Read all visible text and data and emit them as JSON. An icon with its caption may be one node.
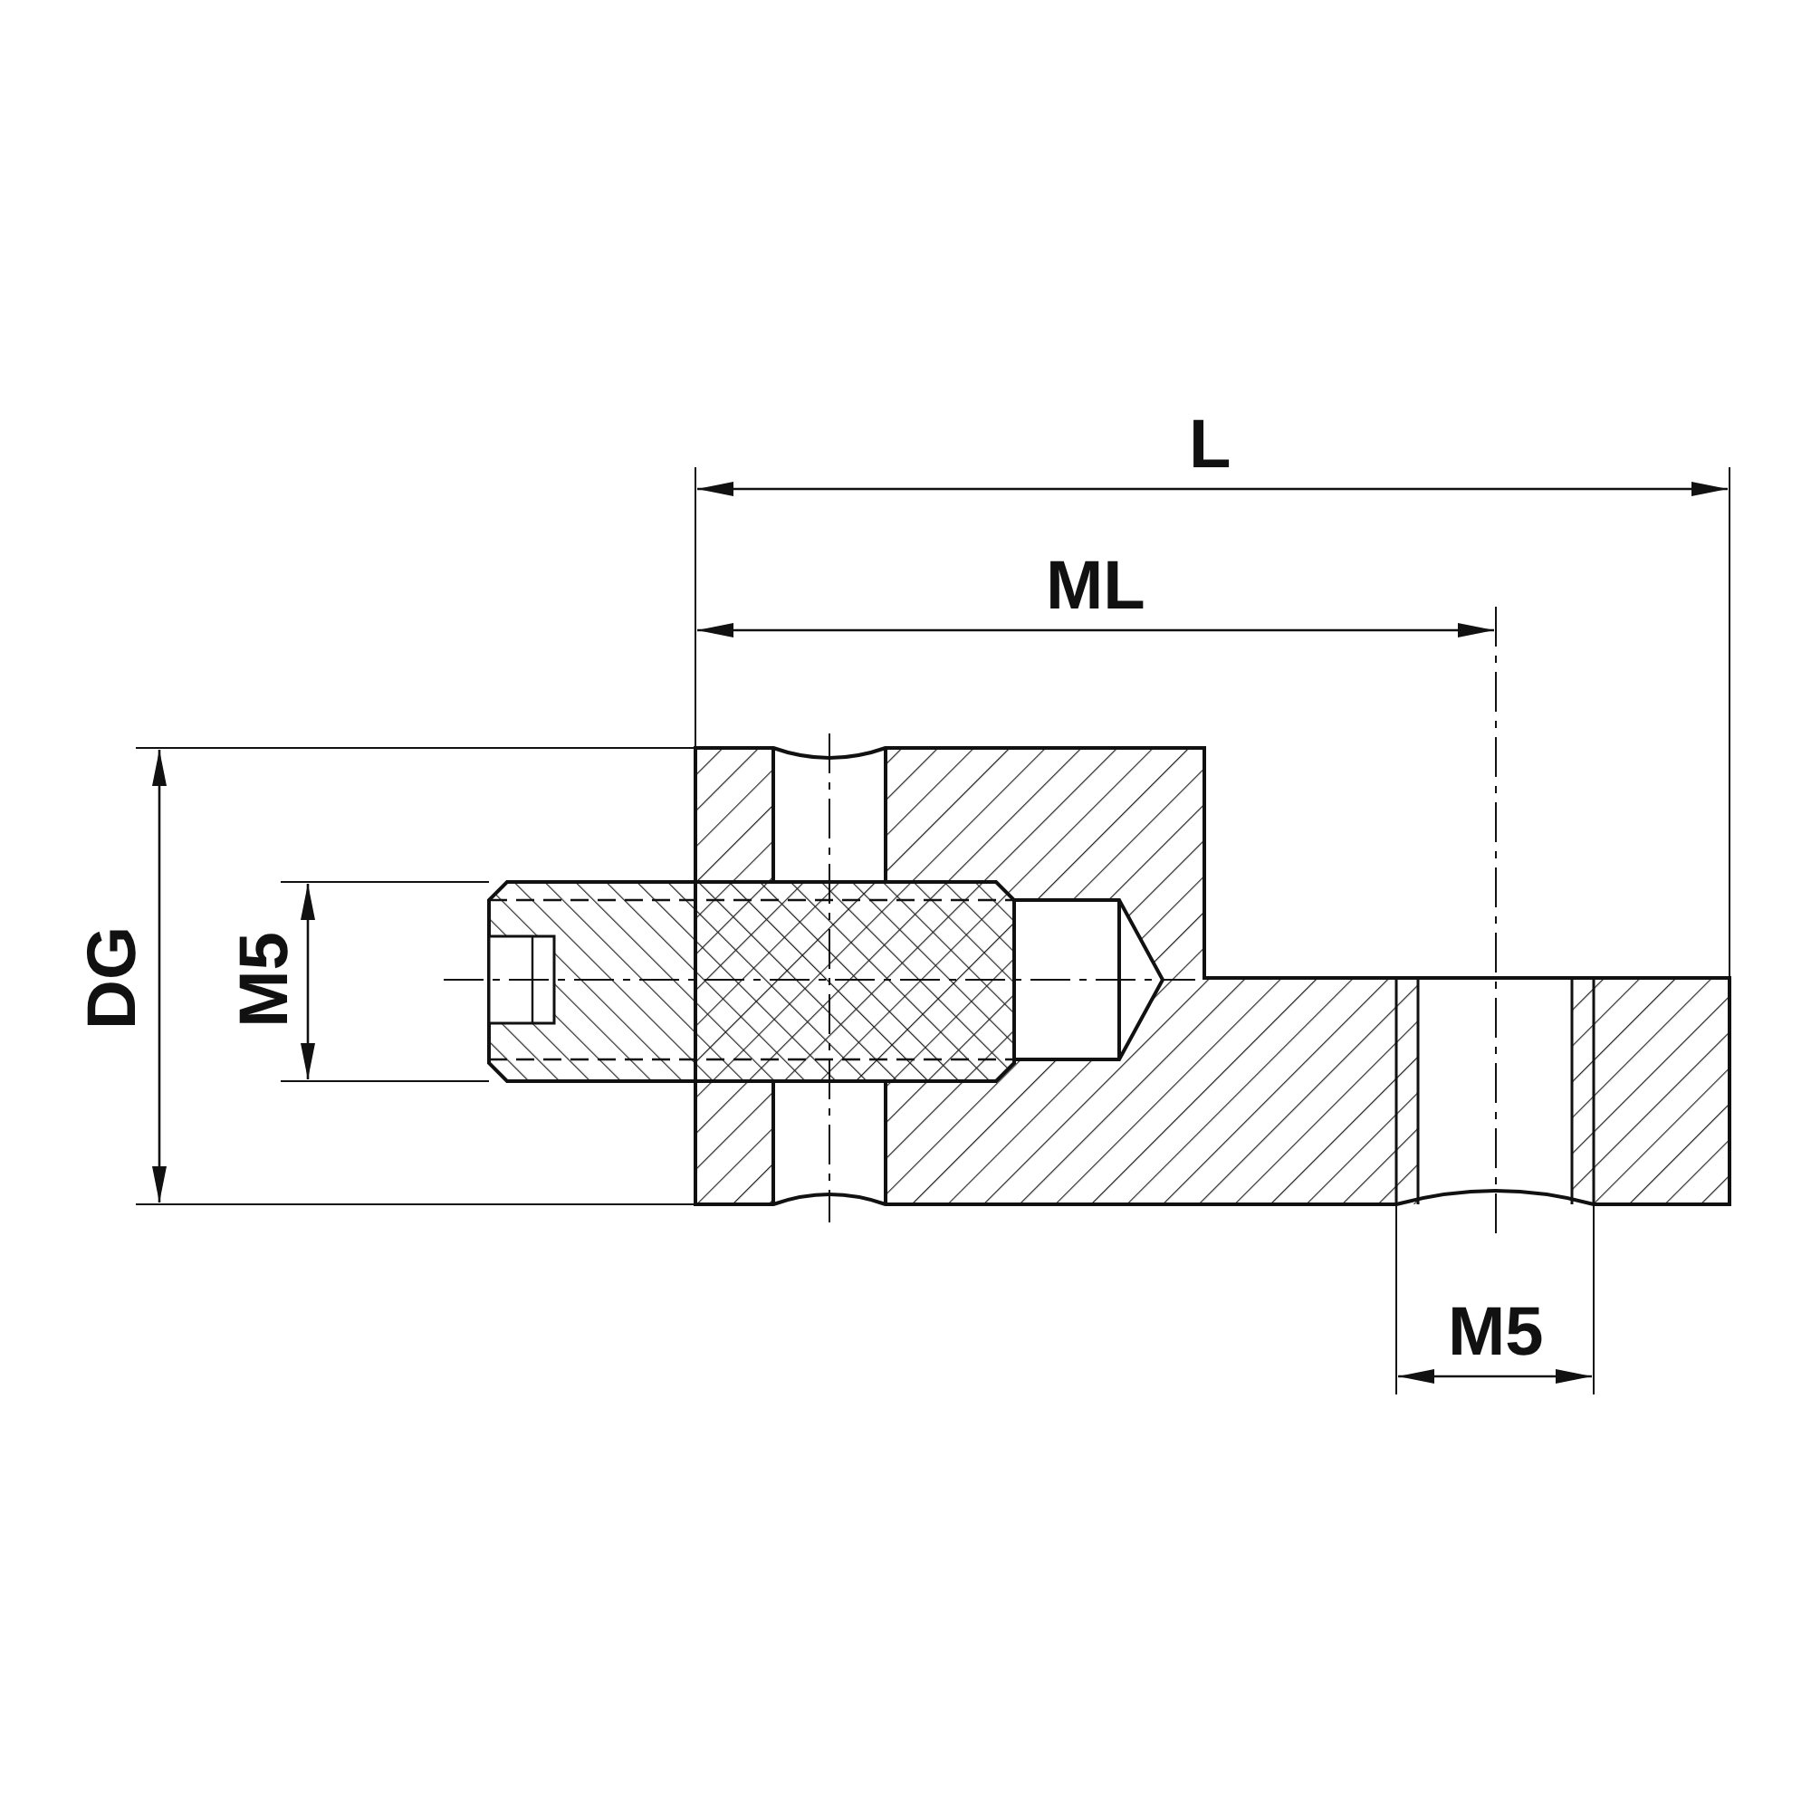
{
  "diagram": {
    "labels": [
      "L",
      "ML",
      "DG",
      "M5",
      "M5"
    ]
  }
}
